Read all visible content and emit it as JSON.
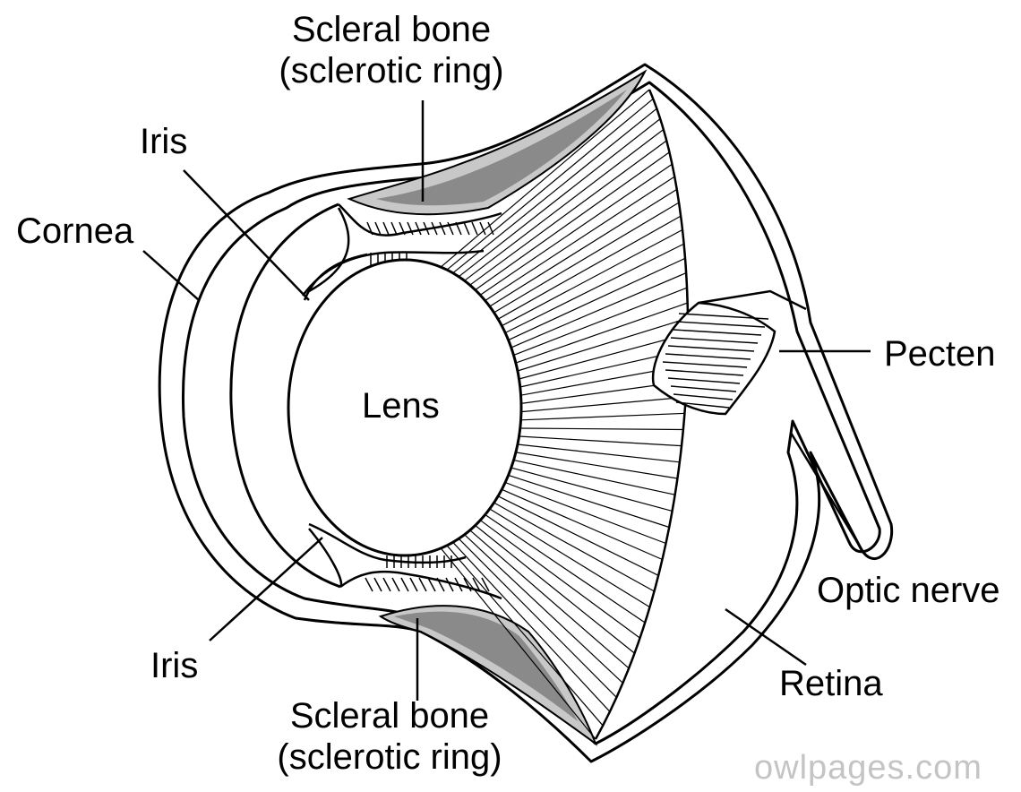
{
  "diagram": {
    "labels": {
      "scleral_bone_top_line1": "Scleral bone",
      "scleral_bone_top_line2": "(sclerotic ring)",
      "iris_top": "Iris",
      "cornea": "Cornea",
      "lens": "Lens",
      "pecten": "Pecten",
      "optic_nerve": "Optic nerve",
      "retina": "Retina",
      "iris_bottom": "Iris",
      "scleral_bone_bottom_line1": "Scleral bone",
      "scleral_bone_bottom_line2": "(sclerotic ring)"
    },
    "watermark": "owlpages.com",
    "colors": {
      "line": "#000000",
      "bone_fill": "#8a8a8a",
      "bone_fill_light": "#c8c8c8",
      "background": "#ffffff",
      "watermark": "#c4c4c4"
    }
  }
}
